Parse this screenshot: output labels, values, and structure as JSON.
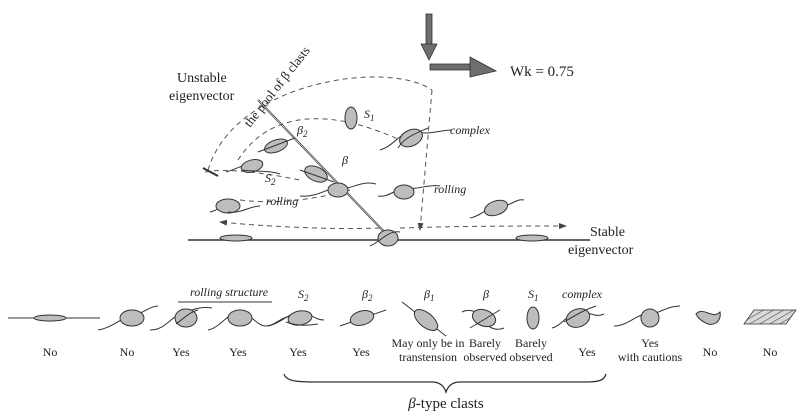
{
  "top": {
    "wk_label": "Wk = 0.75",
    "unstable_line1": "Unstable",
    "unstable_line2": "eigenvector",
    "stable_line1": "Stable",
    "stable_line2": "eigenvector",
    "pool_label": "the pool of β clasts",
    "labels": {
      "s1": "S",
      "s1_sub": "1",
      "s2": "S",
      "s2_sub": "2",
      "beta2": "β",
      "beta2_sub": "2",
      "beta": "β",
      "complex": "complex",
      "rolling_left": "rolling",
      "rolling_right": "rolling"
    }
  },
  "bottom": {
    "rolling_structure": "rolling structure",
    "headers": {
      "s2": "S",
      "s2_sub": "2",
      "beta2": "β",
      "beta2_sub": "2",
      "beta1": "β",
      "beta1_sub": "1",
      "beta": "β",
      "s1": "S",
      "s1_sub": "1",
      "complex": "complex"
    },
    "answers": [
      {
        "line1": "No",
        "line2": ""
      },
      {
        "line1": "No",
        "line2": ""
      },
      {
        "line1": "Yes",
        "line2": ""
      },
      {
        "line1": "Yes",
        "line2": ""
      },
      {
        "line1": "Yes",
        "line2": ""
      },
      {
        "line1": "Yes",
        "line2": ""
      },
      {
        "line1": "May only be in",
        "line2": "transtension"
      },
      {
        "line1": "Barely",
        "line2": "observed"
      },
      {
        "line1": "Barely",
        "line2": "observed"
      },
      {
        "line1": "Yes",
        "line2": ""
      },
      {
        "line1": "Yes",
        "line2": "with cautions"
      },
      {
        "line1": "No",
        "line2": ""
      },
      {
        "line1": "No",
        "line2": ""
      }
    ],
    "brace_label_symbol": "β",
    "brace_label_text": "-type clasts"
  }
}
